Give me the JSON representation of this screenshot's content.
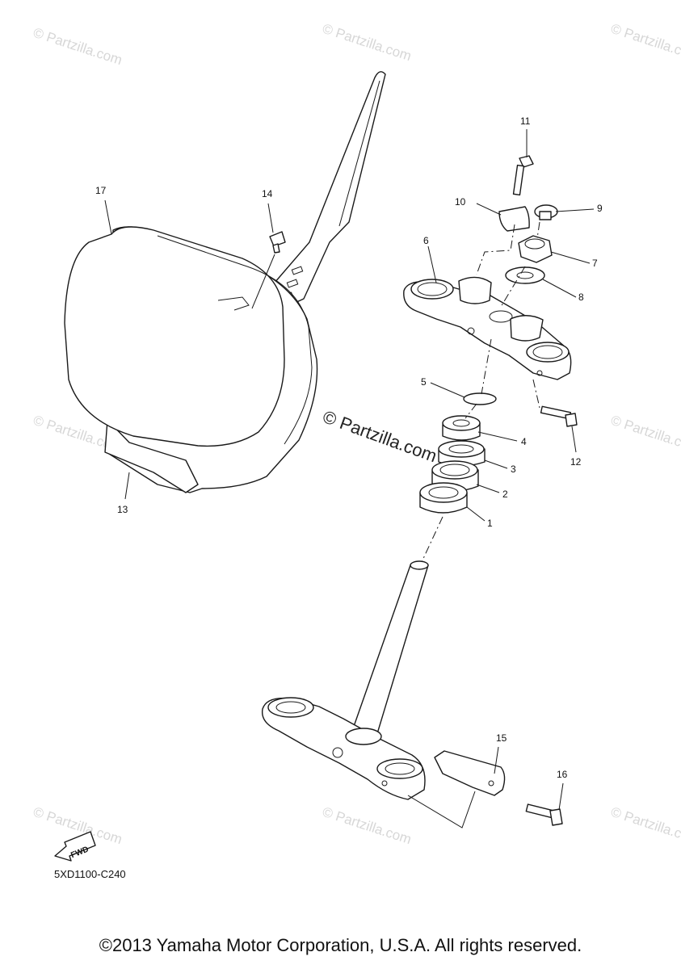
{
  "watermarks": [
    "© Partzilla.com",
    "© Partzilla.com",
    "© Partzilla.com",
    "© Partzilla.com",
    "© Partzilla.com",
    "© Partzilla.com",
    "© Partzilla.com",
    "© Partzilla.com"
  ],
  "center_watermark": "© Partzilla.com",
  "callouts": [
    "1",
    "2",
    "3",
    "4",
    "5",
    "6",
    "7",
    "8",
    "9",
    "10",
    "11",
    "12",
    "13",
    "14",
    "15",
    "16",
    "17"
  ],
  "fwd_label": "FWD",
  "diagram_code": "5XD1100-C240",
  "footer": "©2013 Yamaha Motor Corporation, U.S.A. All rights reserved.",
  "colors": {
    "line": "#1a1a1a",
    "watermark": "#d7d7d7",
    "background": "#ffffff"
  }
}
